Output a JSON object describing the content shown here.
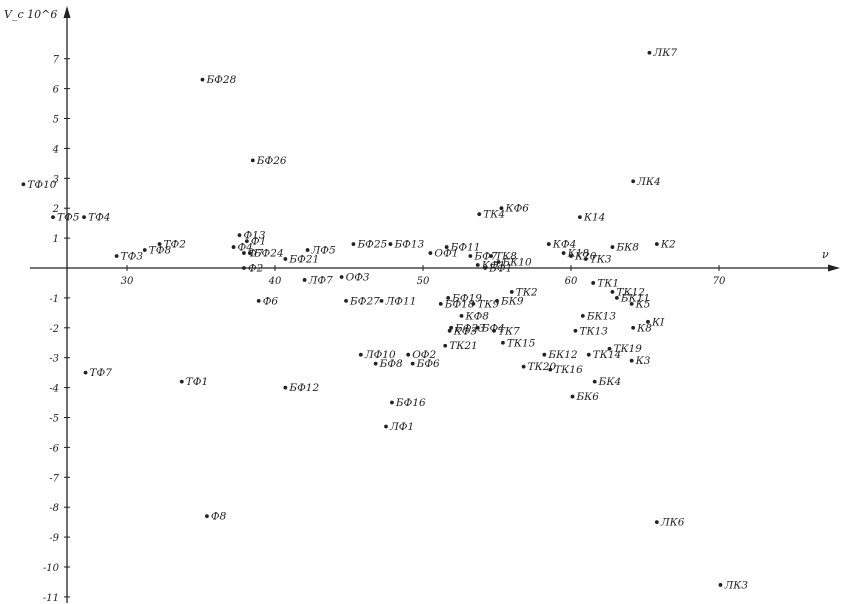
{
  "chart_data": {
    "type": "scatter",
    "ylabel": "V_c 10^6",
    "xlabel": "ν",
    "xlim": [
      22,
      79
    ],
    "ylim": [
      -11.2,
      8.5
    ],
    "x_ticks": [
      30,
      40,
      50,
      60,
      70
    ],
    "y_ticks": [
      7,
      6,
      5,
      4,
      3,
      2,
      1,
      -1,
      -2,
      -3,
      -4,
      -5,
      -6,
      -7,
      -8,
      -9,
      -10,
      -11
    ],
    "x_tick_labels": [
      "30",
      "40",
      "50",
      "60",
      "70"
    ],
    "y_tick_labels": [
      "7",
      "6",
      "5",
      "4",
      "3",
      "2",
      "1",
      "-1",
      "-2",
      "-3",
      "-4",
      "-5",
      "-6",
      "-7",
      "-8",
      "-9",
      "-10",
      "-11"
    ],
    "grid": false,
    "points": [
      {
        "label": "ЛК7",
        "x": 65.3,
        "y": 7.2
      },
      {
        "label": "БФ28",
        "x": 35.1,
        "y": 6.3
      },
      {
        "label": "БФ26",
        "x": 38.5,
        "y": 3.6
      },
      {
        "label": "ТФ10",
        "x": 23.0,
        "y": 2.8
      },
      {
        "label": "ЛК4",
        "x": 64.2,
        "y": 2.9
      },
      {
        "label": "КФ6",
        "x": 55.3,
        "y": 2.0
      },
      {
        "label": "ТК4",
        "x": 53.8,
        "y": 1.8
      },
      {
        "label": "К14",
        "x": 60.6,
        "y": 1.7
      },
      {
        "label": "ТФ5",
        "x": 25.0,
        "y": 1.7
      },
      {
        "label": "ТФ4",
        "x": 27.1,
        "y": 1.7
      },
      {
        "label": "Ф13",
        "x": 37.6,
        "y": 1.1
      },
      {
        "label": "Ф1",
        "x": 38.1,
        "y": 0.9
      },
      {
        "label": "Ф4",
        "x": 37.2,
        "y": 0.7
      },
      {
        "label": "ТФ2",
        "x": 32.2,
        "y": 0.8
      },
      {
        "label": "ТФ8",
        "x": 31.2,
        "y": 0.6
      },
      {
        "label": "ТФ3",
        "x": 29.3,
        "y": 0.4
      },
      {
        "label": "Ф7",
        "x": 37.9,
        "y": 0.5
      },
      {
        "label": "БФ24",
        "x": 38.3,
        "y": 0.5
      },
      {
        "label": "ЛФ5",
        "x": 42.2,
        "y": 0.6
      },
      {
        "label": "БФ21",
        "x": 40.7,
        "y": 0.3
      },
      {
        "label": "БФ25",
        "x": 45.3,
        "y": 0.8
      },
      {
        "label": "БФ13",
        "x": 47.8,
        "y": 0.8
      },
      {
        "label": "БФ11",
        "x": 51.6,
        "y": 0.7
      },
      {
        "label": "ОФ1",
        "x": 50.5,
        "y": 0.5
      },
      {
        "label": "БФ7",
        "x": 53.2,
        "y": 0.4
      },
      {
        "label": "ТК8",
        "x": 54.6,
        "y": 0.4
      },
      {
        "label": "КФ4",
        "x": 58.5,
        "y": 0.8
      },
      {
        "label": "К18",
        "x": 59.5,
        "y": 0.5
      },
      {
        "label": "К20",
        "x": 60.0,
        "y": 0.4
      },
      {
        "label": "БК8",
        "x": 62.8,
        "y": 0.7
      },
      {
        "label": "К2",
        "x": 65.8,
        "y": 0.8
      },
      {
        "label": "ТК3",
        "x": 61.0,
        "y": 0.3
      },
      {
        "label": "БК10",
        "x": 55.1,
        "y": 0.2
      },
      {
        "label": "КФ1",
        "x": 53.7,
        "y": 0.1
      },
      {
        "label": "БФ1",
        "x": 54.2,
        "y": 0.0
      },
      {
        "label": "Ф2",
        "x": 37.9,
        "y": 0.0
      },
      {
        "label": "ЛФ7",
        "x": 42.0,
        "y": -0.4
      },
      {
        "label": "ОФ3",
        "x": 44.5,
        "y": -0.3
      },
      {
        "label": "Ф6",
        "x": 38.9,
        "y": -1.1
      },
      {
        "label": "ТК1",
        "x": 61.5,
        "y": -0.5
      },
      {
        "label": "ТК12",
        "x": 62.8,
        "y": -0.8
      },
      {
        "label": "БФ27",
        "x": 44.8,
        "y": -1.1
      },
      {
        "label": "ЛФ11",
        "x": 47.2,
        "y": -1.1
      },
      {
        "label": "БФ19",
        "x": 51.7,
        "y": -1.0
      },
      {
        "label": "ТК2",
        "x": 56.0,
        "y": -0.8
      },
      {
        "label": "БФ18",
        "x": 51.2,
        "y": -1.2
      },
      {
        "label": "ТК9",
        "x": 53.4,
        "y": -1.2
      },
      {
        "label": "БК9",
        "x": 55.0,
        "y": -1.1
      },
      {
        "label": "БК11",
        "x": 63.1,
        "y": -1.0
      },
      {
        "label": "К5",
        "x": 64.1,
        "y": -1.2
      },
      {
        "label": "БК13",
        "x": 60.8,
        "y": -1.6
      },
      {
        "label": "КФ8",
        "x": 52.6,
        "y": -1.6
      },
      {
        "label": "КI",
        "x": 65.2,
        "y": -1.8
      },
      {
        "label": "К8",
        "x": 64.2,
        "y": -2.0
      },
      {
        "label": "БФ4",
        "x": 53.7,
        "y": -2.0
      },
      {
        "label": "КФ3",
        "x": 51.8,
        "y": -2.1
      },
      {
        "label": "БФ23",
        "x": 51.9,
        "y": -2.0
      },
      {
        "label": "ТК7",
        "x": 54.8,
        "y": -2.1
      },
      {
        "label": "ТК13",
        "x": 60.3,
        "y": -2.1
      },
      {
        "label": "ТК15",
        "x": 55.4,
        "y": -2.5
      },
      {
        "label": "ТК21",
        "x": 51.5,
        "y": -2.6
      },
      {
        "label": "ТК19",
        "x": 62.6,
        "y": -2.7
      },
      {
        "label": "ЛФ10",
        "x": 45.8,
        "y": -2.9
      },
      {
        "label": "ОФ2",
        "x": 49.0,
        "y": -2.9
      },
      {
        "label": "БК12",
        "x": 58.2,
        "y": -2.9
      },
      {
        "label": "ТК14",
        "x": 61.2,
        "y": -2.9
      },
      {
        "label": "К3",
        "x": 64.1,
        "y": -3.1
      },
      {
        "label": "БФ6",
        "x": 49.3,
        "y": -3.2
      },
      {
        "label": "БФ8",
        "x": 46.8,
        "y": -3.2
      },
      {
        "label": "ТК20",
        "x": 56.8,
        "y": -3.3
      },
      {
        "label": "ТК16",
        "x": 58.6,
        "y": -3.4
      },
      {
        "label": "ТФ7",
        "x": 27.2,
        "y": -3.5
      },
      {
        "label": "ТФ1",
        "x": 33.7,
        "y": -3.8
      },
      {
        "label": "БК4",
        "x": 61.6,
        "y": -3.8
      },
      {
        "label": "БФ12",
        "x": 40.7,
        "y": -4.0
      },
      {
        "label": "БК6",
        "x": 60.1,
        "y": -4.3
      },
      {
        "label": "БФ16",
        "x": 47.9,
        "y": -4.5
      },
      {
        "label": "ЛФ1",
        "x": 47.5,
        "y": -5.3
      },
      {
        "label": "Ф8",
        "x": 35.4,
        "y": -8.3
      },
      {
        "label": "ЛК6",
        "x": 65.8,
        "y": -8.5
      },
      {
        "label": "ЛК3",
        "x": 70.1,
        "y": -10.6
      }
    ]
  }
}
